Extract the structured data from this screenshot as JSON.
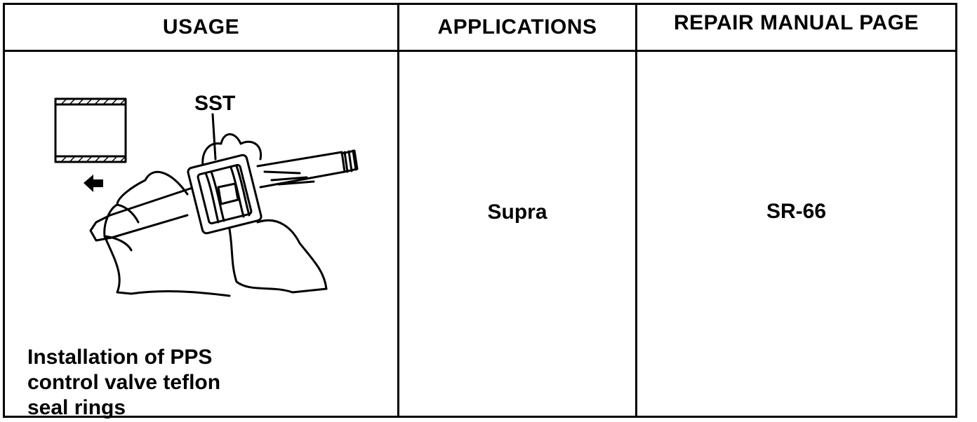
{
  "headers": {
    "usage": "USAGE",
    "applications": "APPLICATIONS",
    "repair_manual_page": "REPAIR MANUAL PAGE"
  },
  "usage": {
    "tool_label": "SST",
    "description_lines": [
      "Installation of PPS",
      "control valve teflon",
      "seal rings"
    ]
  },
  "applications": {
    "value": "Supra"
  },
  "repair_manual_page": {
    "value": "SR-66"
  }
}
